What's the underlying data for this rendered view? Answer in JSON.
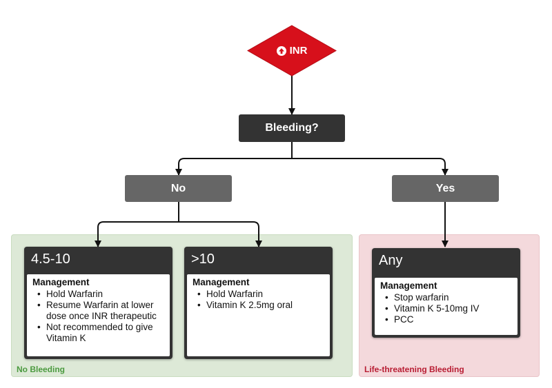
{
  "root": {
    "label": "INR",
    "icon": "arrow-up-circle-icon",
    "color": "#d7101b"
  },
  "question": {
    "label": "Bleeding?"
  },
  "branches": [
    {
      "label": "No"
    },
    {
      "label": "Yes"
    }
  ],
  "regions": [
    {
      "label": "No Bleeding",
      "bg_color": "#dde9d7",
      "label_color": "#4b9a3f"
    },
    {
      "label": "Life-threatening Bleeding",
      "bg_color": "#f4d9dc",
      "label_color": "#b81d33"
    }
  ],
  "cards": [
    {
      "title": "4.5-10",
      "heading": "Management",
      "items": [
        "Hold Warfarin",
        "Resume Warfarin at lower dose once INR therapeutic",
        "Not recommended to give Vitamin K"
      ]
    },
    {
      "title": ">10",
      "heading": "Management",
      "items": [
        "Hold Warfarin",
        "Vitamin K 2.5mg oral"
      ]
    },
    {
      "title": "Any",
      "heading": "Management",
      "items": [
        "Stop warfarin",
        "Vitamin K 5-10mg IV",
        "PCC"
      ]
    }
  ]
}
